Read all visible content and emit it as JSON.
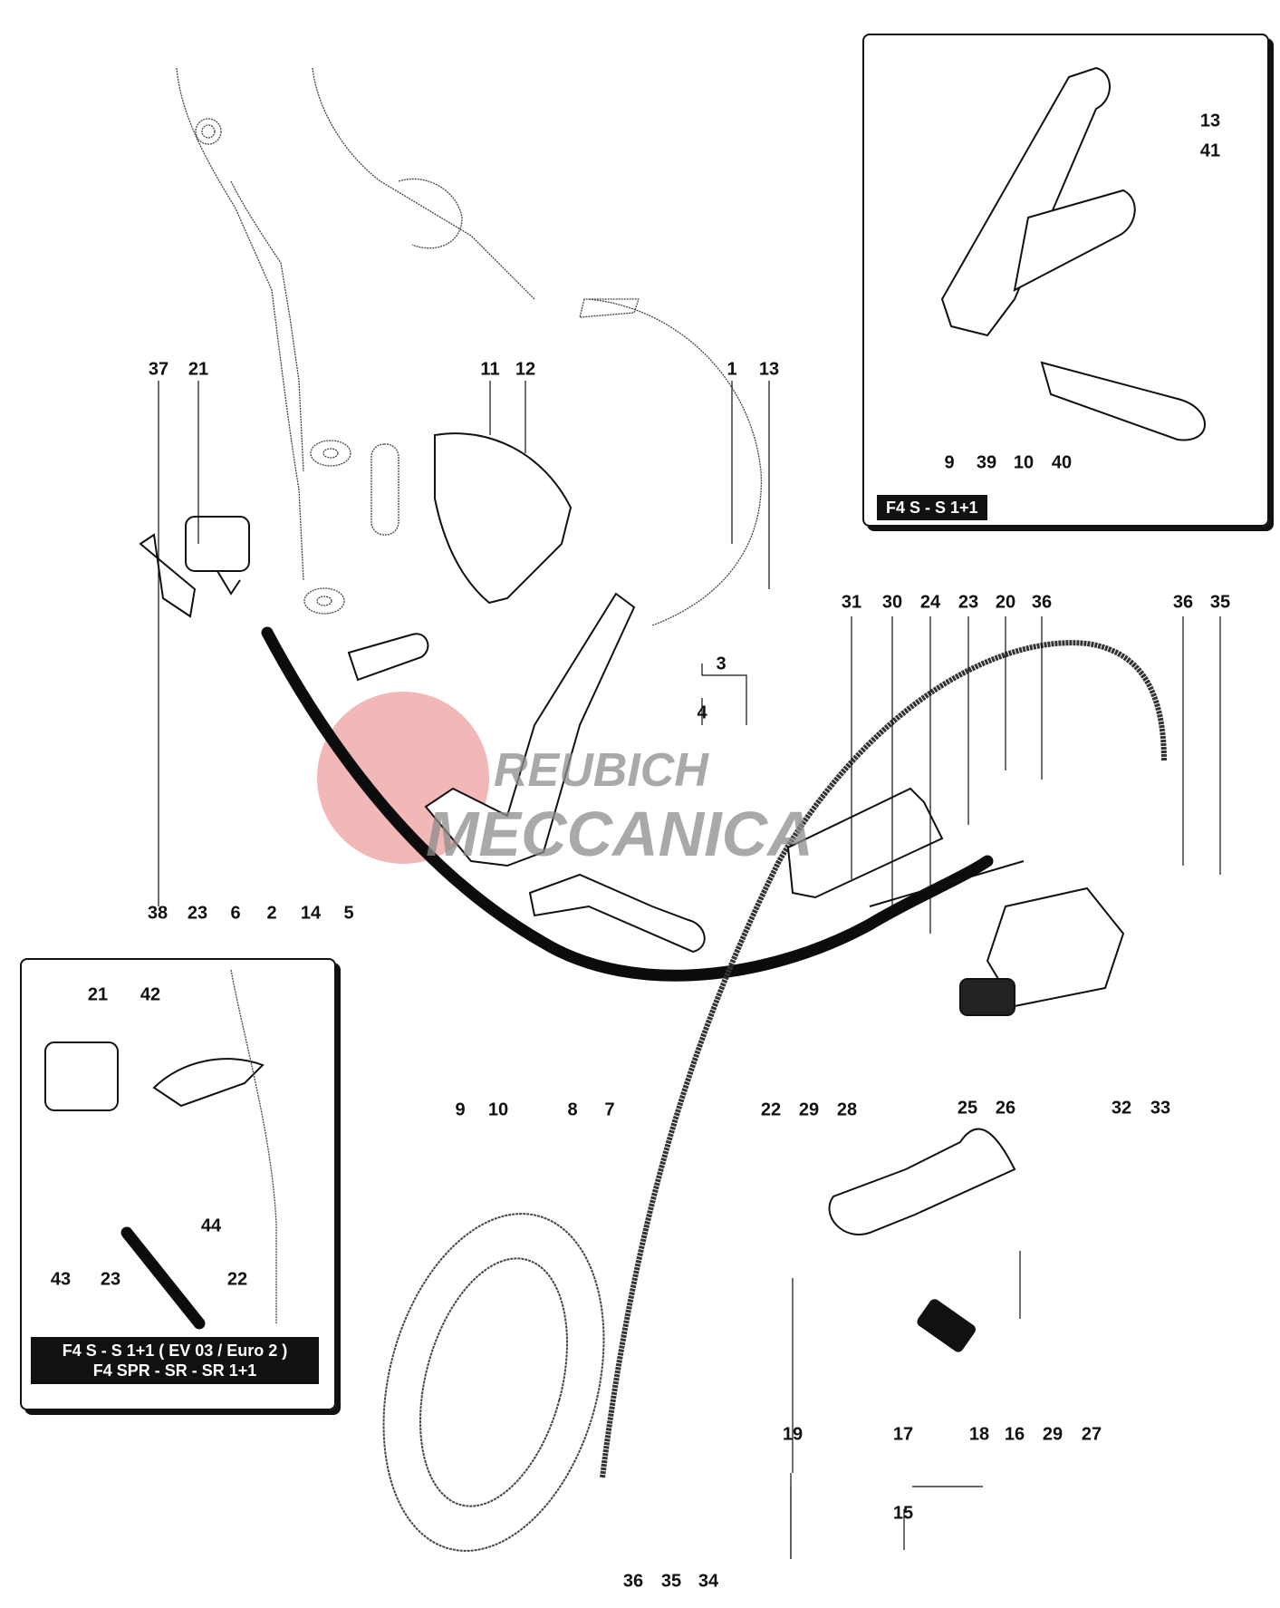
{
  "diagram": {
    "type": "exploded-parts-diagram",
    "subject": "Rear brake pedal, master cylinder and footrest assembly",
    "colors": {
      "line": "#111111",
      "watermark_circle": "#e88c8c",
      "watermark_text": "#8c8c8c",
      "caption_bg": "#111111",
      "caption_fg": "#ffffff"
    }
  },
  "watermark": {
    "line1": "REUBICH",
    "line2": "MECCANICA"
  },
  "main_labels": {
    "top_row_left": [
      "37",
      "21",
      "11",
      "12",
      "1",
      "13"
    ],
    "left_bottom_row": [
      "38",
      "23",
      "6",
      "2",
      "14",
      "5"
    ],
    "group_3": {
      "bracket": "3",
      "inner": "4"
    },
    "middle_row": [
      "9",
      "10",
      "8",
      "7",
      "22",
      "29",
      "28",
      "25",
      "26",
      "32",
      "33"
    ],
    "right_top_row": [
      "31",
      "30",
      "24",
      "23",
      "20",
      "36",
      "36",
      "35"
    ],
    "lower_right_row": [
      "19",
      "17",
      "18",
      "16",
      "29",
      "27"
    ],
    "group_15": "15",
    "bottom_row": [
      "36",
      "35",
      "34"
    ]
  },
  "inset_top_right": {
    "labels": [
      "13",
      "41",
      "9",
      "39",
      "10",
      "40"
    ],
    "caption": "F4 S - S 1+1"
  },
  "inset_bottom_left": {
    "labels": [
      "21",
      "42",
      "44",
      "43",
      "23",
      "22"
    ],
    "caption_line1": "F4 S - S 1+1 ( EV 03 / Euro 2 )",
    "caption_line2": "F4 SPR - SR - SR 1+1"
  }
}
